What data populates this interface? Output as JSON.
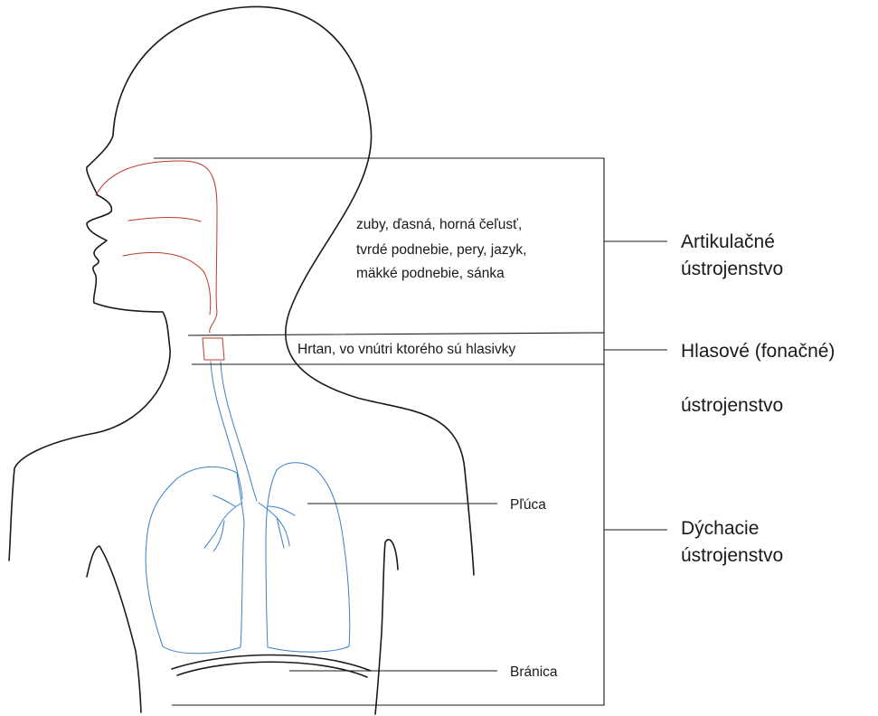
{
  "labels": {
    "articulation_parts": [
      "zuby, ďasná, horná čeľusť,",
      "tvrdé podnebie, pery, jazyk,",
      "mäkké podnebie, sánka"
    ],
    "larynx_note": "Hrtan, vo vnútri ktorého sú hlasivky",
    "lungs": "Pľúca",
    "diaphragm": "Bránica"
  },
  "systems": {
    "articulation": [
      "Artikulačné",
      "ústrojenstvo"
    ],
    "phonation": [
      "Hlasové (fonačné)",
      "ústrojenstvo"
    ],
    "respiration": [
      "Dýchacie",
      "ústrojenstvo"
    ]
  },
  "colors": {
    "outline": "#1a1a1a",
    "vocal_tract": "#c0392b",
    "airways": "#3a7fc4"
  }
}
